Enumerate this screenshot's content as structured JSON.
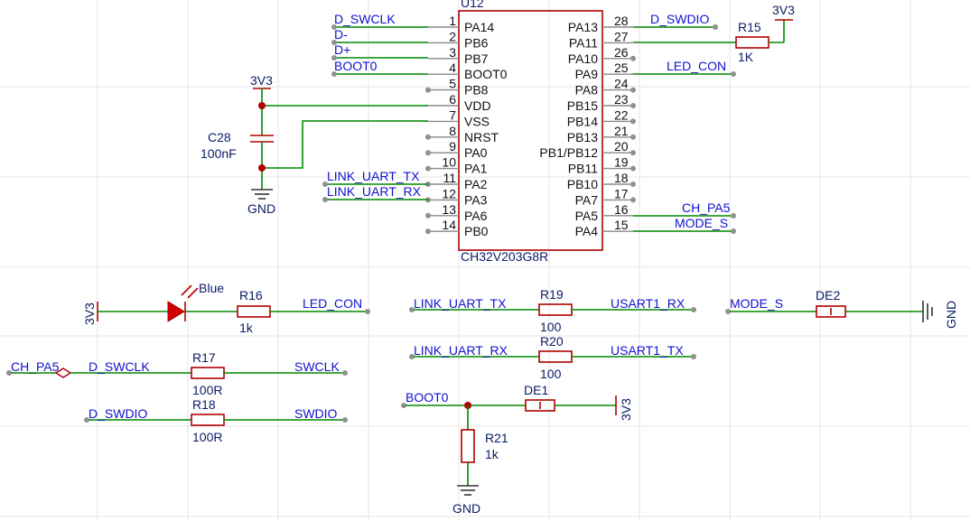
{
  "chip": {
    "designator": "U12",
    "part": "CH32V203G8R",
    "left_pins": [
      {
        "num": "1",
        "name": "PA14"
      },
      {
        "num": "2",
        "name": "PB6"
      },
      {
        "num": "3",
        "name": "PB7"
      },
      {
        "num": "4",
        "name": "BOOT0"
      },
      {
        "num": "5",
        "name": "PB8"
      },
      {
        "num": "6",
        "name": "VDD"
      },
      {
        "num": "7",
        "name": "VSS"
      },
      {
        "num": "8",
        "name": "NRST"
      },
      {
        "num": "9",
        "name": "PA0"
      },
      {
        "num": "10",
        "name": "PA1"
      },
      {
        "num": "11",
        "name": "PA2"
      },
      {
        "num": "12",
        "name": "PA3"
      },
      {
        "num": "13",
        "name": "PA6"
      },
      {
        "num": "14",
        "name": "PB0"
      }
    ],
    "right_pins": [
      {
        "num": "28",
        "name": "PA13"
      },
      {
        "num": "27",
        "name": "PA11"
      },
      {
        "num": "26",
        "name": "PA10"
      },
      {
        "num": "25",
        "name": "PA9"
      },
      {
        "num": "24",
        "name": "PA8"
      },
      {
        "num": "23",
        "name": "PB15"
      },
      {
        "num": "22",
        "name": "PB14"
      },
      {
        "num": "21",
        "name": "PB13"
      },
      {
        "num": "20",
        "name": "PB1/PB12"
      },
      {
        "num": "19",
        "name": "PB11"
      },
      {
        "num": "18",
        "name": "PB10"
      },
      {
        "num": "17",
        "name": "PA7"
      },
      {
        "num": "16",
        "name": "PA5"
      },
      {
        "num": "15",
        "name": "PA4"
      }
    ]
  },
  "nets": {
    "d_swclk": "D_SWCLK",
    "d_minus": "D-",
    "d_plus": "D+",
    "boot0": "BOOT0",
    "link_uart_tx": "LINK_UART_TX",
    "link_uart_rx": "LINK_UART_RX",
    "d_swdio": "D_SWDIO",
    "led_con": "LED_CON",
    "ch_pa5": "CH_PA5",
    "mode_s": "MODE_S",
    "usart1_rx": "USART1_RX",
    "usart1_tx": "USART1_TX",
    "swclk": "SWCLK",
    "swdio": "SWDIO"
  },
  "power": {
    "v33": "3V3",
    "gnd": "GND"
  },
  "components": {
    "c28": {
      "ref": "C28",
      "value": "100nF"
    },
    "r15": {
      "ref": "R15",
      "value": "1K"
    },
    "r16": {
      "ref": "R16",
      "value": "1k"
    },
    "r17": {
      "ref": "R17",
      "value": "100R"
    },
    "r18": {
      "ref": "R18",
      "value": "100R"
    },
    "r19": {
      "ref": "R19",
      "value": "100"
    },
    "r20": {
      "ref": "R20",
      "value": "100"
    },
    "r21": {
      "ref": "R21",
      "value": "1k"
    },
    "de1": {
      "ref": "DE1"
    },
    "de2": {
      "ref": "DE2"
    },
    "led": {
      "label": "Blue"
    }
  },
  "colors": {
    "wire": "#008800",
    "part": "#b00000",
    "net_label": "#1010d0",
    "pin": "#8a8a8a"
  }
}
